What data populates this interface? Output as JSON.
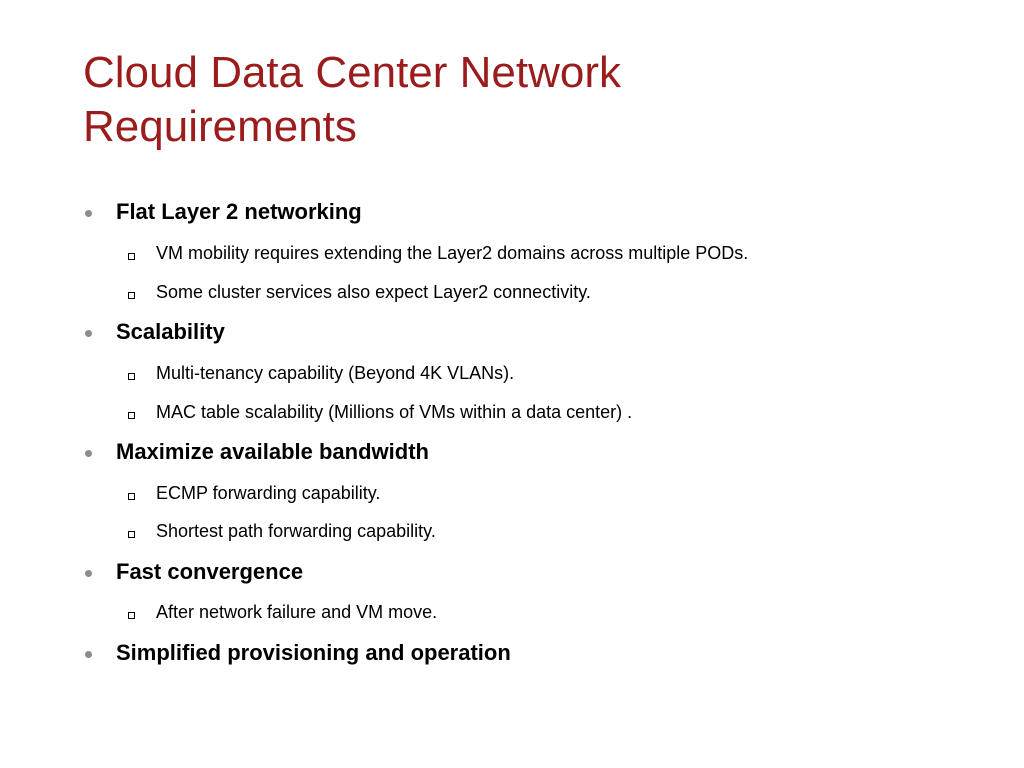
{
  "title": {
    "line1": "Cloud Data Center Network",
    "line2": "Requirements"
  },
  "bullets": [
    {
      "text": "Flat Layer 2 networking",
      "subs": [
        "VM mobility requires extending the Layer2 domains across multiple PODs.",
        "Some cluster services also expect Layer2 connectivity."
      ]
    },
    {
      "text": "Scalability",
      "subs": [
        "Multi-tenancy capability (Beyond 4K VLANs).",
        "MAC table scalability (Millions of VMs within a data center) ."
      ]
    },
    {
      "text": "Maximize available bandwidth",
      "subs": [
        "ECMP forwarding capability.",
        "Shortest path forwarding capability."
      ]
    },
    {
      "text": "Fast convergence",
      "subs": [
        "After network failure and VM move."
      ]
    },
    {
      "text": "Simplified provisioning and operation",
      "subs": []
    }
  ],
  "colors": {
    "title": "#9b1c1c",
    "bullet_dot": "#8c8c8c",
    "text": "#000000"
  }
}
